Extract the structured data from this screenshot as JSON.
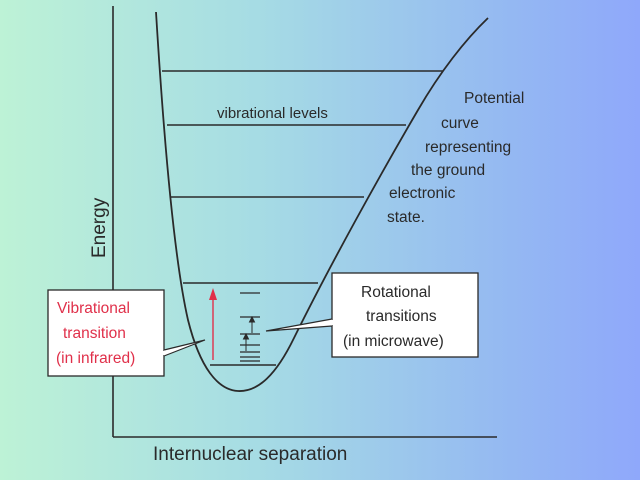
{
  "diagram": {
    "y_axis_label": "Energy",
    "x_axis_label": "Internuclear separation",
    "vibrational_levels_label": "vibrational levels",
    "potential_curve_label": [
      "Potential",
      "curve",
      "representing",
      "the ground",
      "electronic",
      "state."
    ],
    "vibrational_transition_box": [
      "Vibrational",
      "transition",
      "(in infrared)"
    ],
    "rotational_transitions_box": [
      "Rotational",
      "transitions",
      "(in microwave)"
    ]
  },
  "colors": {
    "line": "#2a2a2a",
    "accent_red": "#e0304a",
    "box_fill": "#ffffff"
  }
}
